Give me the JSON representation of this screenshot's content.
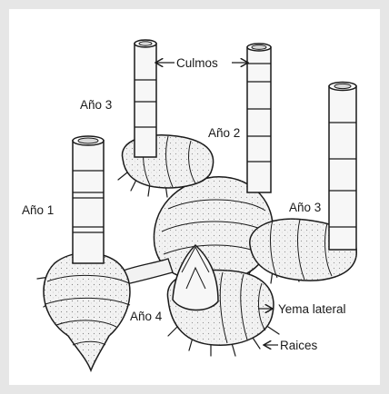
{
  "labels": {
    "culmos": "Culmos",
    "ano1": "Año 1",
    "ano2": "Año 2",
    "ano3_left": "Año 3",
    "ano3_right": "Año 3",
    "ano4": "Año 4",
    "yema_lateral": "Yema lateral",
    "raices": "Raices"
  },
  "colors": {
    "ink": "#1a1a1a",
    "body_fill": "#f2f2f2",
    "shade": "#d9d9d9",
    "frame": "#e6e6e6"
  }
}
